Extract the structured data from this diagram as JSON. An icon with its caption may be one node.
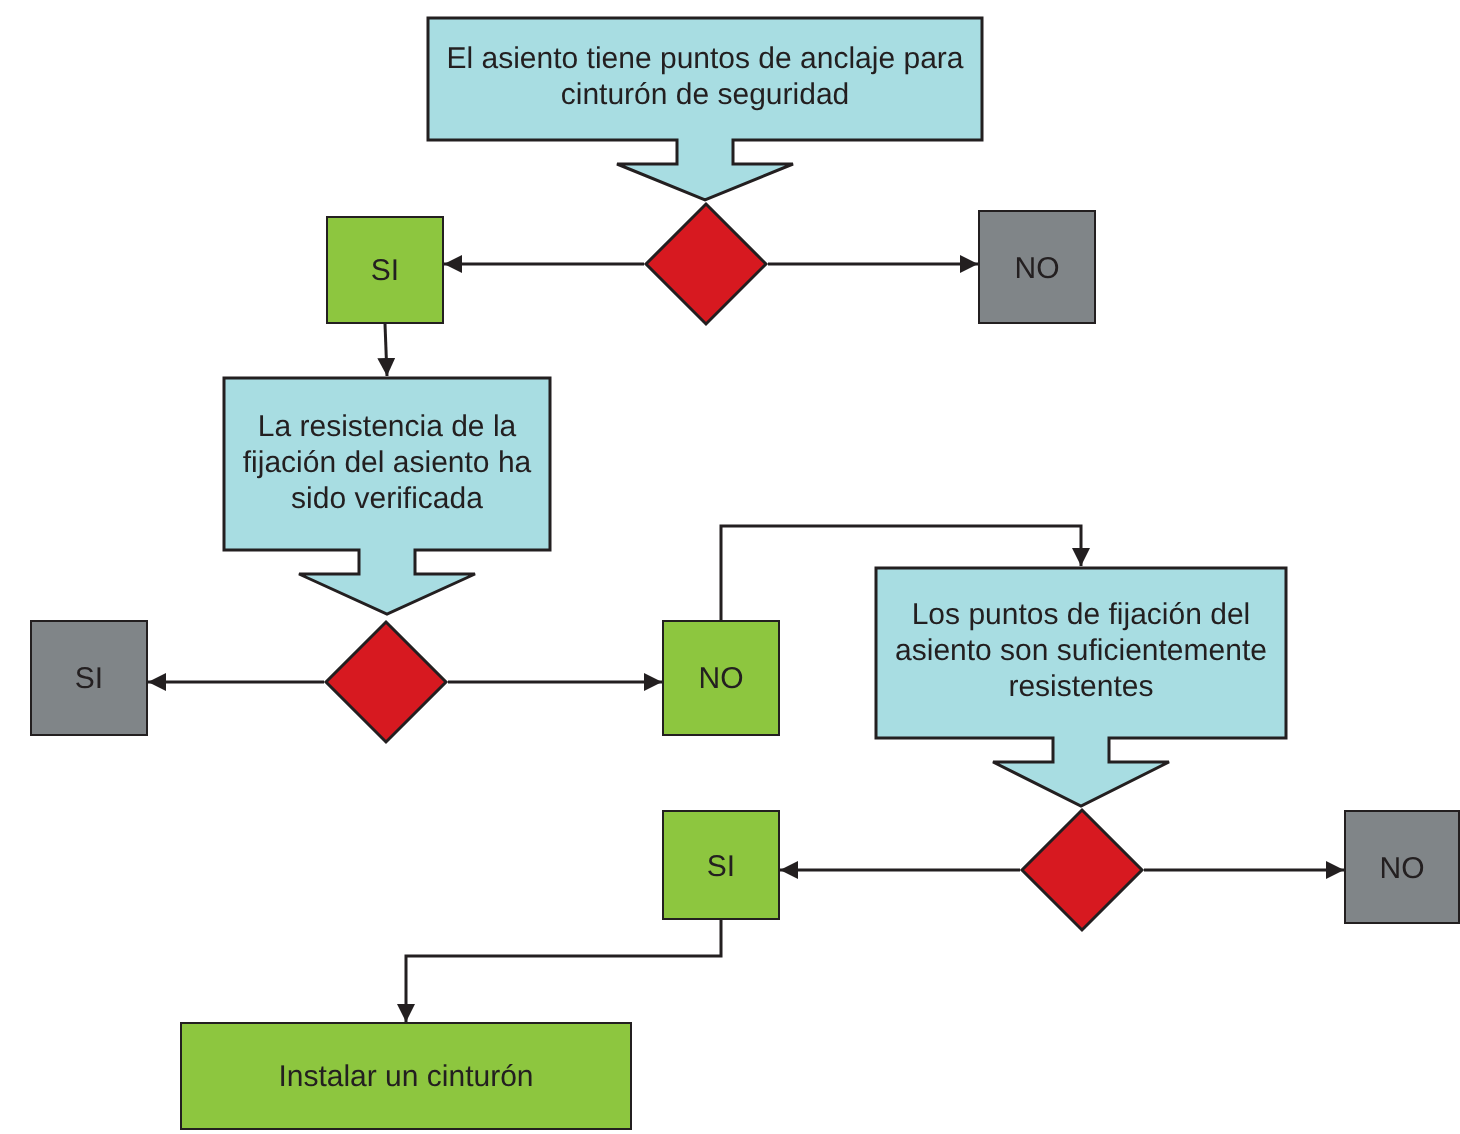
{
  "diagram": {
    "nodes": [
      {
        "text": [
          "El asiento tiene puntos de anclaje para cinturón de seguridad"
        ]
      },
      {
        "text": [],
        "shape": "diamond"
      },
      {
        "text": [
          "SI"
        ]
      },
      {
        "text": [
          "NO"
        ]
      },
      {
        "text": [
          "La resistencia de la fijación del asiento ha sido verificada"
        ]
      },
      {
        "text": [],
        "shape": "diamond"
      },
      {
        "text": [
          "SI"
        ]
      },
      {
        "text": [
          "NO"
        ]
      },
      {
        "text": [
          "Los puntos de fijación del asiento son suficientemente resistentes"
        ]
      },
      {
        "text": [],
        "shape": "diamond"
      },
      {
        "text": [
          "SI"
        ]
      },
      {
        "text": [
          "NO"
        ]
      },
      {
        "text": [
          "Instalar un cinturón"
        ]
      }
    ],
    "edges": [
      {
        "from": 1,
        "to": 2,
        "arrow": "to"
      },
      {
        "from": 1,
        "to": 3,
        "arrow": "to"
      },
      {
        "from": 2,
        "to": 4,
        "arrow": "to"
      },
      {
        "from": 5,
        "to": 6,
        "arrow": "to"
      },
      {
        "from": 5,
        "to": 7,
        "arrow": "to"
      },
      {
        "from": 7,
        "to": 8,
        "arrow": "to"
      },
      {
        "from": 9,
        "to": 10,
        "arrow": "to"
      },
      {
        "from": 9,
        "to": 11,
        "arrow": "to"
      },
      {
        "from": 10,
        "to": 12,
        "arrow": "to"
      }
    ]
  }
}
